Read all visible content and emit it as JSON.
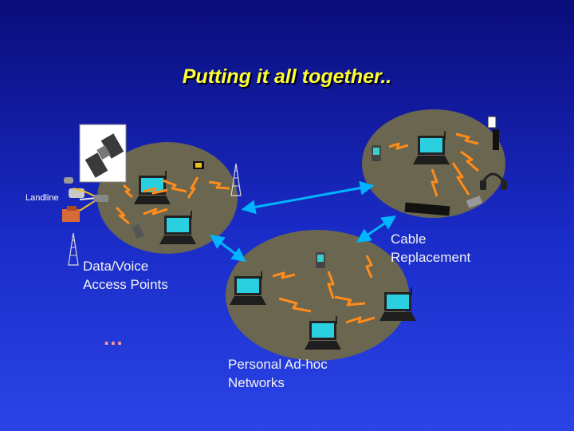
{
  "slide": {
    "title": "Putting it all together..",
    "labels": {
      "landline": "Landline",
      "access_points": [
        "Data/Voice",
        "Access Points"
      ],
      "ellipsis": "...",
      "adhoc": [
        "Personal Ad-hoc",
        "Networks"
      ],
      "cable": [
        "Cable",
        "Replacement"
      ]
    }
  },
  "colors": {
    "title": "#ffff33",
    "cloud": "#6b6650",
    "wireless_bolt": "#ff8c1a",
    "link_arrow": "#00b4ff",
    "ellipsis": "#ff9a9a"
  }
}
